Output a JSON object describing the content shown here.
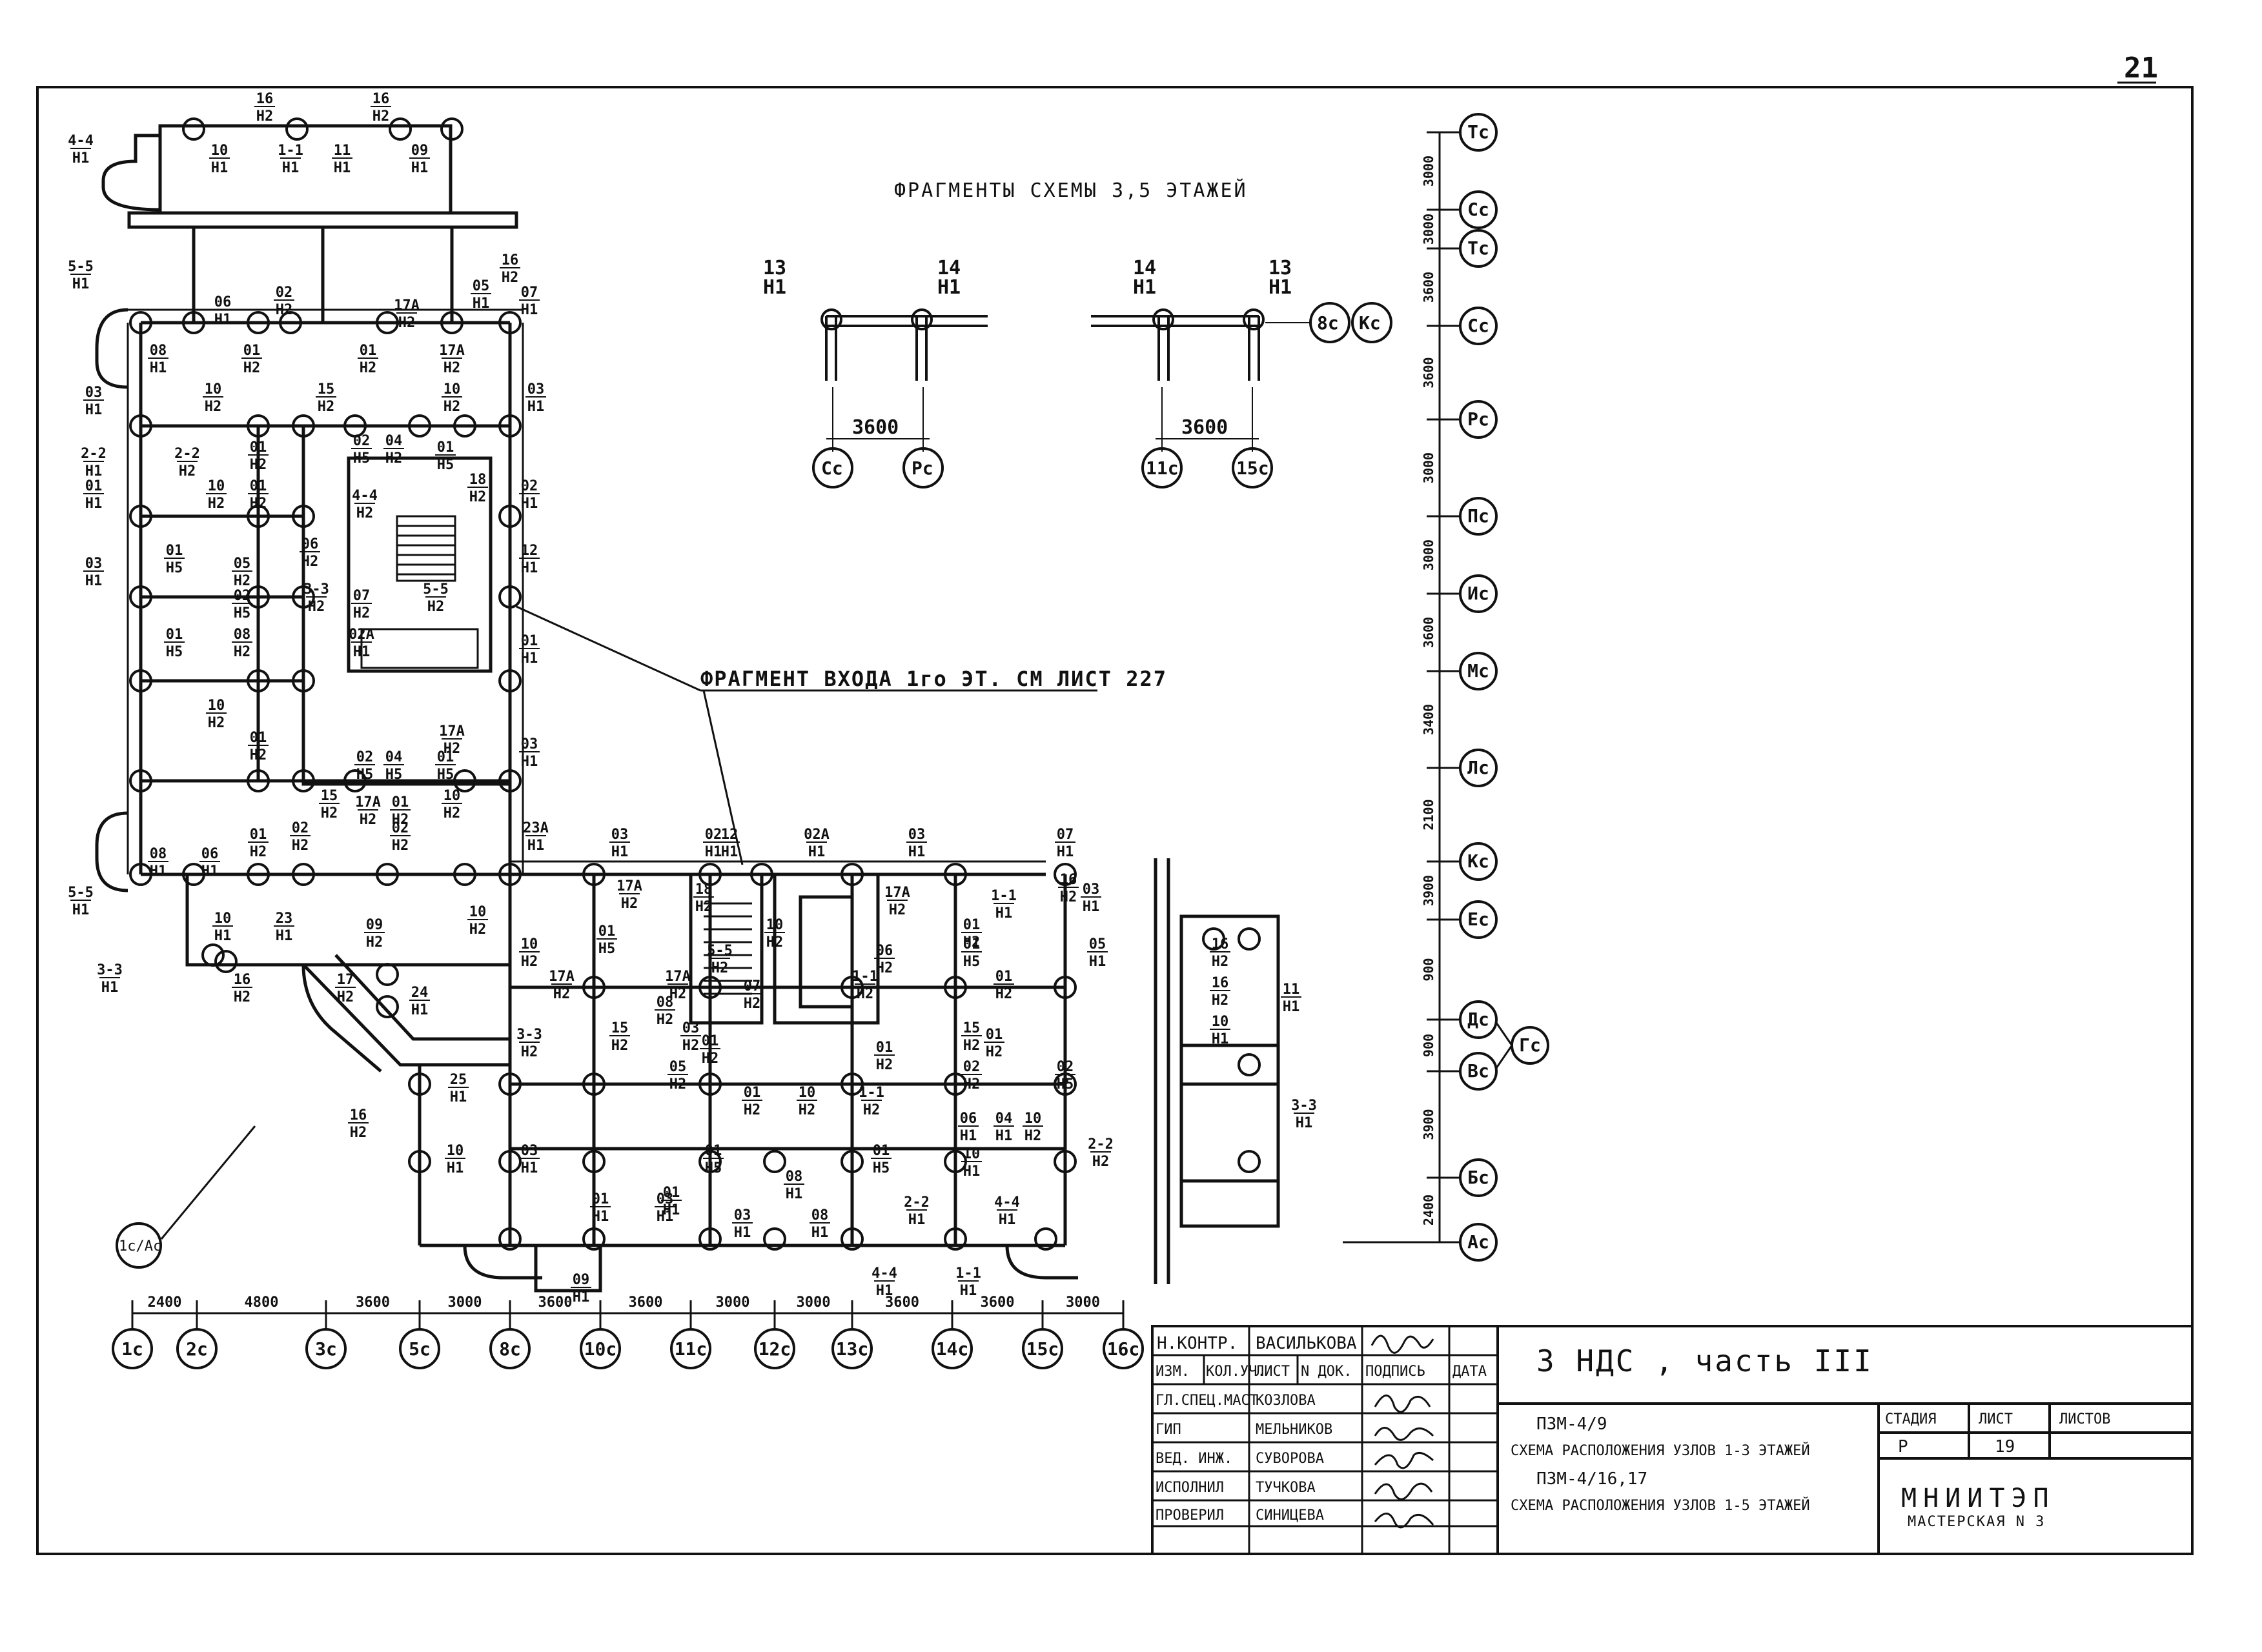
{
  "sheet": {
    "page_number": "21",
    "fragments_title": "ФРАГМЕНТЫ СХЕМЫ 3,5 ЭТАЖЕЙ",
    "entrance_note": "ФРАГМЕНТ ВХОДА 1го ЭТ. СМ ЛИСТ 227",
    "fragment_dim": "3600"
  },
  "fragment_left": {
    "node_a": "13",
    "node_a_sub": "Н1",
    "node_b": "14",
    "node_b_sub": "Н1",
    "axis_a": "Сс",
    "axis_b": "Рс"
  },
  "fragment_right": {
    "node_a": "14",
    "node_a_sub": "Н1",
    "node_b": "13",
    "node_b_sub": "Н1",
    "axis_a": "11с",
    "axis_b": "15с",
    "side_a": "8с",
    "side_b": "Кс"
  },
  "bottom_axes": [
    {
      "label": "1с"
    },
    {
      "label": "2с"
    },
    {
      "label": "3с"
    },
    {
      "label": "5с"
    },
    {
      "label": "8с"
    },
    {
      "label": "10с"
    },
    {
      "label": "11с"
    },
    {
      "label": "12с"
    },
    {
      "label": "13с"
    },
    {
      "label": "14с"
    },
    {
      "label": "15с"
    },
    {
      "label": "16с"
    }
  ],
  "bottom_dims": [
    "2400",
    "4800",
    "3600",
    "3000",
    "3600",
    "3600",
    "3000",
    "3000",
    "3600",
    "3600",
    "3000"
  ],
  "right_axes": [
    {
      "label": "Тс"
    },
    {
      "label": "Сс"
    },
    {
      "label": "Тс"
    },
    {
      "label": "Сс"
    },
    {
      "label": "Рс"
    },
    {
      "label": "Пс"
    },
    {
      "label": "Ис"
    },
    {
      "label": "Мс"
    },
    {
      "label": "Лс"
    },
    {
      "label": "Кс"
    },
    {
      "label": "Ес"
    },
    {
      "label": "Дс"
    },
    {
      "label": "Вс"
    },
    {
      "label": "Бс"
    },
    {
      "label": "Ас"
    }
  ],
  "right_extra_axis": "Гс",
  "right_dims": [
    "3000",
    "3000",
    "3600",
    "3600",
    "3000",
    "3000",
    "3600",
    "3400",
    "2100",
    "3900",
    "900",
    "900",
    "3900",
    "2400"
  ],
  "corner_axis": "1с/Ас",
  "node_labels": [
    {
      "top": "16",
      "bot": "Н2"
    },
    {
      "top": "16",
      "bot": "Н2"
    },
    {
      "top": "10",
      "bot": "Н1"
    },
    {
      "top": "1-1",
      "bot": "Н1"
    },
    {
      "top": "11",
      "bot": "Н1"
    },
    {
      "top": "09",
      "bot": "Н1"
    },
    {
      "top": "4-4",
      "bot": "Н1"
    },
    {
      "top": "5-5",
      "bot": "Н1"
    },
    {
      "top": "06",
      "bot": "Н1"
    },
    {
      "top": "02",
      "bot": "Н2"
    },
    {
      "top": "17А",
      "bot": "Н2"
    },
    {
      "top": "05",
      "bot": "Н1"
    },
    {
      "top": "16",
      "bot": "Н2"
    },
    {
      "top": "07",
      "bot": "Н1"
    },
    {
      "top": "08",
      "bot": "Н1"
    },
    {
      "top": "01",
      "bot": "Н2"
    },
    {
      "top": "01",
      "bot": "Н2"
    },
    {
      "top": "17А",
      "bot": "Н2"
    },
    {
      "top": "03",
      "bot": "Н1"
    },
    {
      "top": "10",
      "bot": "Н2"
    },
    {
      "top": "15",
      "bot": "Н2"
    },
    {
      "top": "10",
      "bot": "Н2"
    },
    {
      "top": "03",
      "bot": "Н1"
    },
    {
      "top": "2-2",
      "bot": "Н1"
    },
    {
      "top": "2-2",
      "bot": "Н2"
    },
    {
      "top": "01",
      "bot": "Н2"
    },
    {
      "top": "02",
      "bot": "Н5"
    },
    {
      "top": "04",
      "bot": "Н2"
    },
    {
      "top": "01",
      "bot": "Н5"
    },
    {
      "top": "18",
      "bot": "Н2"
    },
    {
      "top": "01",
      "bot": "Н1"
    },
    {
      "top": "10",
      "bot": "Н2"
    },
    {
      "top": "01",
      "bot": "Н2"
    },
    {
      "top": "4-4",
      "bot": "Н2"
    },
    {
      "top": "02",
      "bot": "Н1"
    },
    {
      "top": "03",
      "bot": "Н1"
    },
    {
      "top": "01",
      "bot": "Н5"
    },
    {
      "top": "05",
      "bot": "Н2"
    },
    {
      "top": "06",
      "bot": "Н2"
    },
    {
      "top": "02",
      "bot": "Н5"
    },
    {
      "top": "3-3",
      "bot": "Н2"
    },
    {
      "top": "07",
      "bot": "Н2"
    },
    {
      "top": "5-5",
      "bot": "Н2"
    },
    {
      "top": "12",
      "bot": "Н1"
    },
    {
      "top": "01",
      "bot": "Н5"
    },
    {
      "top": "08",
      "bot": "Н2"
    },
    {
      "top": "02А",
      "bot": "Н1"
    },
    {
      "top": "01",
      "bot": "Н1"
    },
    {
      "top": "10",
      "bot": "Н2"
    },
    {
      "top": "01",
      "bot": "Н2"
    },
    {
      "top": "17А",
      "bot": "Н2"
    },
    {
      "top": "03",
      "bot": "Н1"
    },
    {
      "top": "02",
      "bot": "Н5"
    },
    {
      "top": "04",
      "bot": "Н5"
    },
    {
      "top": "01",
      "bot": "Н5"
    },
    {
      "top": "15",
      "bot": "Н2"
    },
    {
      "top": "17А",
      "bot": "Н2"
    },
    {
      "top": "01",
      "bot": "Н2"
    },
    {
      "top": "10",
      "bot": "Н2"
    },
    {
      "top": "08",
      "bot": "Н1"
    },
    {
      "top": "06",
      "bot": "Н1"
    },
    {
      "top": "01",
      "bot": "Н2"
    },
    {
      "top": "02",
      "bot": "Н2"
    },
    {
      "top": "02",
      "bot": "Н2"
    },
    {
      "top": "23А",
      "bot": "Н1"
    },
    {
      "top": "5-5",
      "bot": "Н1"
    },
    {
      "top": "10",
      "bot": "Н1"
    },
    {
      "top": "23",
      "bot": "Н1"
    },
    {
      "top": "09",
      "bot": "Н2"
    },
    {
      "top": "10",
      "bot": "Н2"
    },
    {
      "top": "3-3",
      "bot": "Н1"
    },
    {
      "top": "16",
      "bot": "Н2"
    },
    {
      "top": "17",
      "bot": "Н2"
    },
    {
      "top": "24",
      "bot": "Н1"
    },
    {
      "top": "25",
      "bot": "Н1"
    },
    {
      "top": "16",
      "bot": "Н2"
    },
    {
      "top": "10",
      "bot": "Н1"
    },
    {
      "top": "03",
      "bot": "Н1"
    },
    {
      "top": "02",
      "bot": "Н1"
    },
    {
      "top": "12",
      "bot": "Н1"
    },
    {
      "top": "02А",
      "bot": "Н1"
    },
    {
      "top": "03",
      "bot": "Н1"
    },
    {
      "top": "07",
      "bot": "Н1"
    },
    {
      "top": "17А",
      "bot": "Н2"
    },
    {
      "top": "18",
      "bot": "Н2"
    },
    {
      "top": "17А",
      "bot": "Н2"
    },
    {
      "top": "16",
      "bot": "Н2"
    },
    {
      "top": "03",
      "bot": "Н1"
    },
    {
      "top": "1-1",
      "bot": "Н1"
    },
    {
      "top": "01",
      "bot": "Н2"
    },
    {
      "top": "10",
      "bot": "Н2"
    },
    {
      "top": "5-5",
      "bot": "Н2"
    },
    {
      "top": "01",
      "bot": "Н5"
    },
    {
      "top": "10",
      "bot": "Н2"
    },
    {
      "top": "05",
      "bot": "Н1"
    },
    {
      "top": "01",
      "bot": "Н5"
    },
    {
      "top": "17А",
      "bot": "Н2"
    },
    {
      "top": "01",
      "bot": "Н2"
    },
    {
      "top": "17А",
      "bot": "Н2"
    },
    {
      "top": "06",
      "bot": "Н2"
    },
    {
      "top": "1-1",
      "bot": "Н2"
    },
    {
      "top": "07",
      "bot": "Н2"
    },
    {
      "top": "08",
      "bot": "Н2"
    },
    {
      "top": "15",
      "bot": "Н2"
    },
    {
      "top": "03",
      "bot": "Н2"
    },
    {
      "top": "15",
      "bot": "Н2"
    },
    {
      "top": "3-3",
      "bot": "Н2"
    },
    {
      "top": "02",
      "bot": "Н2"
    },
    {
      "top": "01",
      "bot": "Н2"
    },
    {
      "top": "01",
      "bot": "Н2"
    },
    {
      "top": "01",
      "bot": "Н2"
    },
    {
      "top": "02",
      "bot": "Н5"
    },
    {
      "top": "05",
      "bot": "Н2"
    },
    {
      "top": "01",
      "bot": "Н2"
    },
    {
      "top": "10",
      "bot": "Н2"
    },
    {
      "top": "1-1",
      "bot": "Н2"
    },
    {
      "top": "06",
      "bot": "Н1"
    },
    {
      "top": "04",
      "bot": "Н1"
    },
    {
      "top": "10",
      "bot": "Н2"
    },
    {
      "top": "2-2",
      "bot": "Н2"
    },
    {
      "top": "10",
      "bot": "Н1"
    },
    {
      "top": "01",
      "bot": "Н5"
    },
    {
      "top": "01",
      "bot": "Н5"
    },
    {
      "top": "08",
      "bot": "Н1"
    },
    {
      "top": "03",
      "bot": "Н1"
    },
    {
      "top": "01",
      "bot": "Н1"
    },
    {
      "top": "03",
      "bot": "Н1"
    },
    {
      "top": "01",
      "bot": "Н1"
    },
    {
      "top": "03",
      "bot": "Н1"
    },
    {
      "top": "08",
      "bot": "Н1"
    },
    {
      "top": "2-2",
      "bot": "Н1"
    },
    {
      "top": "4-4",
      "bot": "Н1"
    },
    {
      "top": "4-4",
      "bot": "Н1"
    },
    {
      "top": "09",
      "bot": "Н1"
    },
    {
      "top": "1-1",
      "bot": "Н1"
    },
    {
      "top": "16",
      "bot": "Н2"
    },
    {
      "top": "11",
      "bot": "Н1"
    },
    {
      "top": "16",
      "bot": "Н2"
    },
    {
      "top": "10",
      "bot": "Н1"
    },
    {
      "top": "3-3",
      "bot": "Н1"
    }
  ],
  "title_block": {
    "left_rows": [
      [
        "Н.КОНТР.",
        "ВАСИЛЬКОВА",
        "",
        ""
      ],
      [
        "ИЗМ.",
        "КОЛ.УЧ.",
        "ЛИСТ",
        "N ДОК.",
        "ПОДПИСЬ",
        "ДАТА"
      ],
      [
        "ГЛ.СПЕЦ.МАСТ",
        "КОЗЛОВА",
        "",
        ""
      ],
      [
        "ГИП",
        "МЕЛЬНИКОВ",
        "",
        ""
      ],
      [
        "ВЕД. ИНЖ.",
        "СУВОРОВА",
        "",
        ""
      ],
      [
        "ИСПОЛНИЛ",
        "ТУЧКОВА",
        "",
        ""
      ],
      [
        "ПРОВЕРИЛ",
        "СИНИЦЕВА",
        "",
        ""
      ]
    ],
    "project_title": "3 НДС , часть III",
    "code_1": "ПЗМ-4/9",
    "desc_1": "СХЕМА РАСПОЛОЖЕНИЯ УЗЛОВ 1-3 ЭТАЖЕЙ",
    "code_2": "ПЗМ-4/16,17",
    "desc_2": "СХЕМА РАСПОЛОЖЕНИЯ УЗЛОВ 1-5 ЭТАЖЕЙ",
    "stage_label": "СТАДИЯ",
    "sheet_label": "ЛИСТ",
    "sheets_label": "ЛИСТОВ",
    "stage": "Р",
    "sheet": "19",
    "org_name": "МНИИТЭП",
    "org_dept": "МАСТЕРСКАЯ N 3"
  }
}
